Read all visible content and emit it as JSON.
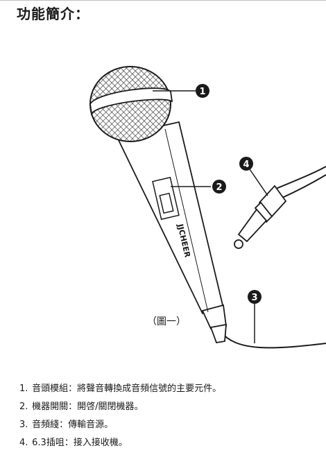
{
  "page": {
    "title": "功能簡介：",
    "caption": "（圖一）",
    "brand_text": "JJCHEER"
  },
  "callouts": [
    "1",
    "2",
    "3",
    "4"
  ],
  "features": [
    {
      "num": "1.",
      "text": "音頭模組：將聲音轉換成音頻信號的主要元件。"
    },
    {
      "num": "2.",
      "text": "機器開關：開啓/關閉機器。"
    },
    {
      "num": "3.",
      "text": "音頻綫：傳輸音源。"
    },
    {
      "num": "4.",
      "text": "6.3插咀：接入接收機。"
    }
  ]
}
